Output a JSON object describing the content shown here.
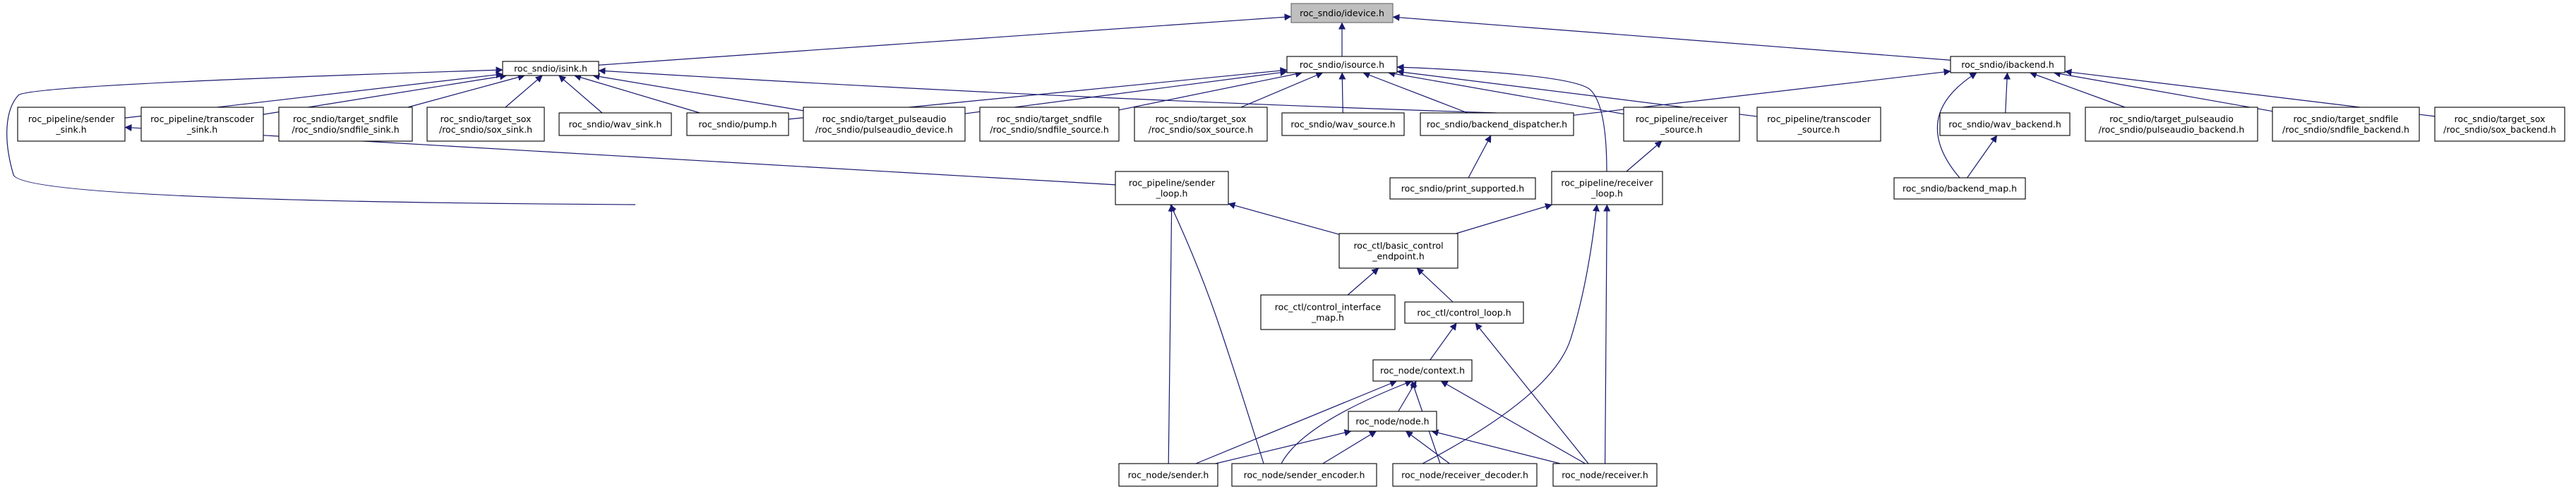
{
  "diagram": {
    "type": "include-dependency-graph",
    "colors": {
      "edge": "#191970",
      "root_fill": "#bfbfbf",
      "node_fill": "#ffffff",
      "node_stroke": "#000000"
    },
    "nodes": [
      {
        "id": "idevice",
        "lines": [
          "roc_sndio/idevice.h"
        ],
        "root": true
      },
      {
        "id": "isink",
        "lines": [
          "roc_sndio/isink.h"
        ]
      },
      {
        "id": "isource",
        "lines": [
          "roc_sndio/isource.h"
        ]
      },
      {
        "id": "ibackend",
        "lines": [
          "roc_sndio/ibackend.h"
        ]
      },
      {
        "id": "sender_sink",
        "lines": [
          "roc_pipeline/sender",
          "_sink.h"
        ]
      },
      {
        "id": "transcoder_sink",
        "lines": [
          "roc_pipeline/transcoder",
          "_sink.h"
        ]
      },
      {
        "id": "sndfile_sink",
        "lines": [
          "roc_sndio/target_sndfile",
          "/roc_sndio/sndfile_sink.h"
        ]
      },
      {
        "id": "sox_sink",
        "lines": [
          "roc_sndio/target_sox",
          "/roc_sndio/sox_sink.h"
        ]
      },
      {
        "id": "wav_sink",
        "lines": [
          "roc_sndio/wav_sink.h"
        ]
      },
      {
        "id": "pump",
        "lines": [
          "roc_sndio/pump.h"
        ]
      },
      {
        "id": "pulseaudio_device",
        "lines": [
          "roc_sndio/target_pulseaudio",
          "/roc_sndio/pulseaudio_device.h"
        ]
      },
      {
        "id": "sndfile_source",
        "lines": [
          "roc_sndio/target_sndfile",
          "/roc_sndio/sndfile_source.h"
        ]
      },
      {
        "id": "sox_source",
        "lines": [
          "roc_sndio/target_sox",
          "/roc_sndio/sox_source.h"
        ]
      },
      {
        "id": "wav_source",
        "lines": [
          "roc_sndio/wav_source.h"
        ]
      },
      {
        "id": "backend_dispatcher",
        "lines": [
          "roc_sndio/backend_dispatcher.h"
        ]
      },
      {
        "id": "receiver_source",
        "lines": [
          "roc_pipeline/receiver",
          "_source.h"
        ]
      },
      {
        "id": "transcoder_source",
        "lines": [
          "roc_pipeline/transcoder",
          "_source.h"
        ]
      },
      {
        "id": "wav_backend",
        "lines": [
          "roc_sndio/wav_backend.h"
        ]
      },
      {
        "id": "pulseaudio_backend",
        "lines": [
          "roc_sndio/target_pulseaudio",
          "/roc_sndio/pulseaudio_backend.h"
        ]
      },
      {
        "id": "sndfile_backend",
        "lines": [
          "roc_sndio/target_sndfile",
          "/roc_sndio/sndfile_backend.h"
        ]
      },
      {
        "id": "sox_backend",
        "lines": [
          "roc_sndio/target_sox",
          "/roc_sndio/sox_backend.h"
        ]
      },
      {
        "id": "sender_loop",
        "lines": [
          "roc_pipeline/sender",
          "_loop.h"
        ]
      },
      {
        "id": "print_supported",
        "lines": [
          "roc_sndio/print_supported.h"
        ]
      },
      {
        "id": "receiver_loop",
        "lines": [
          "roc_pipeline/receiver",
          "_loop.h"
        ]
      },
      {
        "id": "backend_map",
        "lines": [
          "roc_sndio/backend_map.h"
        ]
      },
      {
        "id": "basic_control_endpoint",
        "lines": [
          "roc_ctl/basic_control",
          "_endpoint.h"
        ]
      },
      {
        "id": "control_interface_map",
        "lines": [
          "roc_ctl/control_interface",
          "_map.h"
        ]
      },
      {
        "id": "control_loop",
        "lines": [
          "roc_ctl/control_loop.h"
        ]
      },
      {
        "id": "context",
        "lines": [
          "roc_node/context.h"
        ]
      },
      {
        "id": "node",
        "lines": [
          "roc_node/node.h"
        ]
      },
      {
        "id": "sender",
        "lines": [
          "roc_node/sender.h"
        ]
      },
      {
        "id": "sender_encoder",
        "lines": [
          "roc_node/sender_encoder.h"
        ]
      },
      {
        "id": "receiver_decoder",
        "lines": [
          "roc_node/receiver_decoder.h"
        ]
      },
      {
        "id": "receiver",
        "lines": [
          "roc_node/receiver.h"
        ]
      }
    ],
    "edges": [
      [
        "isink",
        "idevice"
      ],
      [
        "isource",
        "idevice"
      ],
      [
        "ibackend",
        "idevice"
      ],
      [
        "sender_sink",
        "isink"
      ],
      [
        "transcoder_sink",
        "isink"
      ],
      [
        "sndfile_sink",
        "isink"
      ],
      [
        "sox_sink",
        "isink"
      ],
      [
        "wav_sink",
        "isink"
      ],
      [
        "pump",
        "isink"
      ],
      [
        "pulseaudio_device",
        "isink"
      ],
      [
        "backend_dispatcher",
        "isink"
      ],
      [
        "sender_loop",
        "isink"
      ],
      [
        "pump",
        "isource"
      ],
      [
        "pulseaudio_device",
        "isource"
      ],
      [
        "sndfile_source",
        "isource"
      ],
      [
        "sox_source",
        "isource"
      ],
      [
        "wav_source",
        "isource"
      ],
      [
        "backend_dispatcher",
        "isource"
      ],
      [
        "receiver_source",
        "isource"
      ],
      [
        "transcoder_source",
        "isource"
      ],
      [
        "receiver_loop",
        "isource"
      ],
      [
        "backend_dispatcher",
        "ibackend"
      ],
      [
        "wav_backend",
        "ibackend"
      ],
      [
        "pulseaudio_backend",
        "ibackend"
      ],
      [
        "sndfile_backend",
        "ibackend"
      ],
      [
        "sox_backend",
        "ibackend"
      ],
      [
        "backend_map",
        "ibackend"
      ],
      [
        "sender_loop",
        "sender_sink"
      ],
      [
        "print_supported",
        "backend_dispatcher"
      ],
      [
        "receiver_loop",
        "receiver_source"
      ],
      [
        "backend_map",
        "wav_backend"
      ],
      [
        "basic_control_endpoint",
        "sender_loop"
      ],
      [
        "sender",
        "sender_loop"
      ],
      [
        "sender_encoder",
        "sender_loop"
      ],
      [
        "basic_control_endpoint",
        "receiver_loop"
      ],
      [
        "receiver_decoder",
        "receiver_loop"
      ],
      [
        "receiver",
        "receiver_loop"
      ],
      [
        "control_interface_map",
        "basic_control_endpoint"
      ],
      [
        "control_loop",
        "basic_control_endpoint"
      ],
      [
        "context",
        "control_loop"
      ],
      [
        "receiver",
        "control_loop"
      ],
      [
        "node",
        "context"
      ],
      [
        "sender",
        "context"
      ],
      [
        "sender_encoder",
        "context"
      ],
      [
        "receiver_decoder",
        "context"
      ],
      [
        "receiver",
        "context"
      ],
      [
        "sender",
        "node"
      ],
      [
        "sender_encoder",
        "node"
      ],
      [
        "receiver_decoder",
        "node"
      ],
      [
        "receiver",
        "node"
      ]
    ]
  }
}
